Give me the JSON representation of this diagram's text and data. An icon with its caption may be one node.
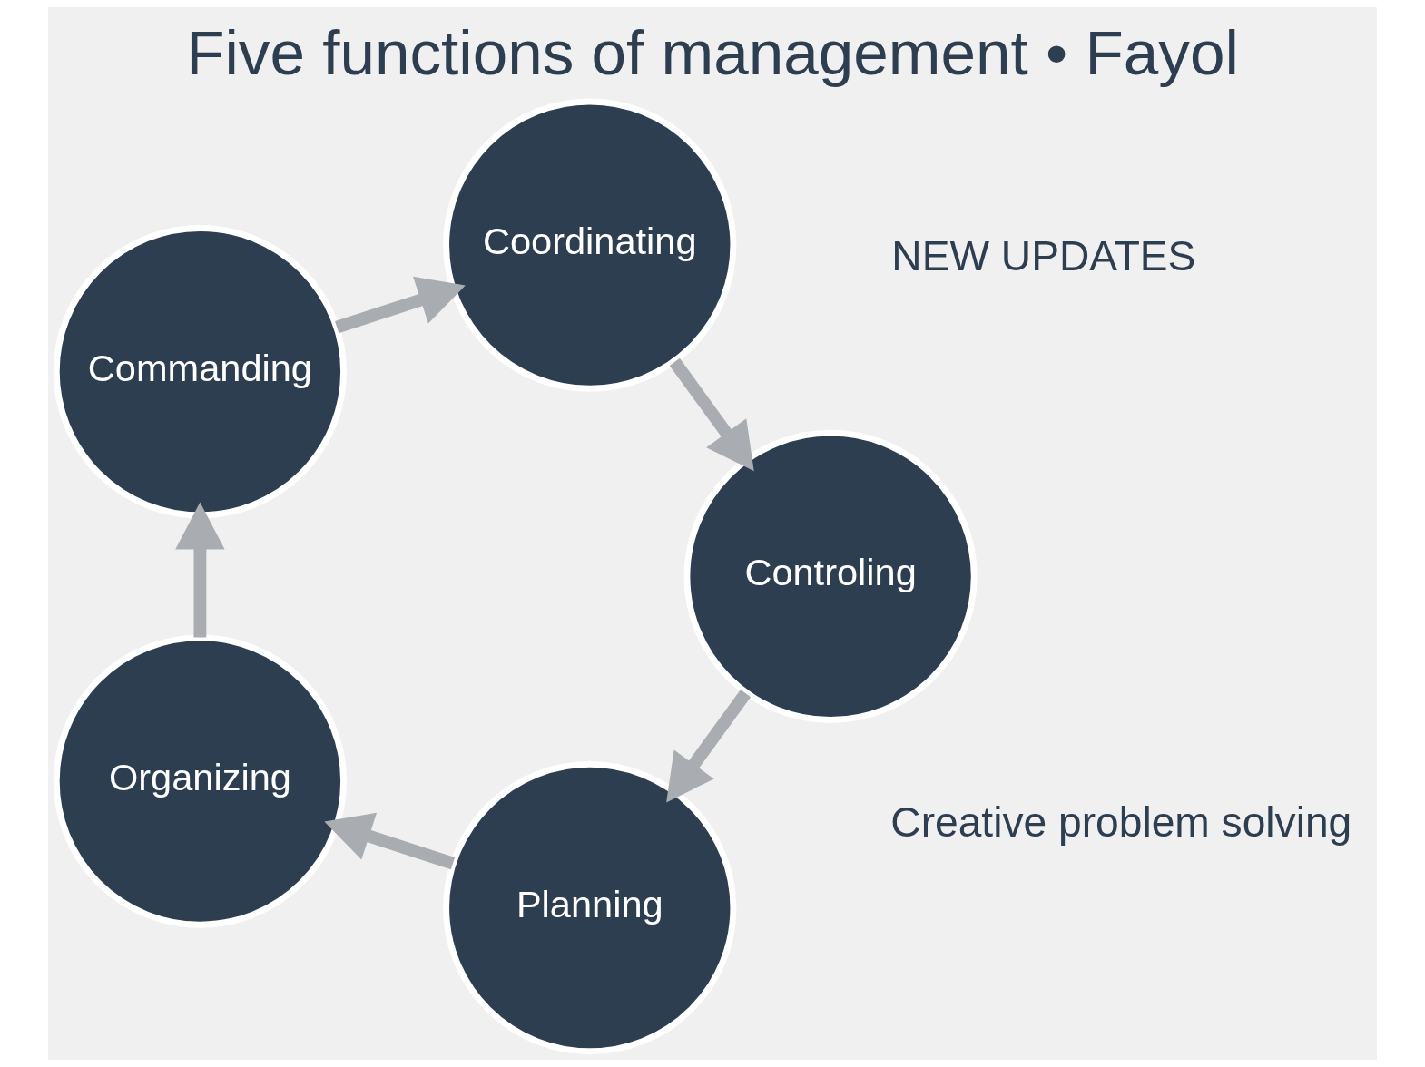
{
  "diagram": {
    "title": "Five functions of management • Fayol",
    "nodes": [
      {
        "text": [
          "Planning"
        ]
      },
      {
        "text": [
          "Organizing"
        ]
      },
      {
        "text": [
          "Commanding"
        ]
      },
      {
        "text": [
          "Coordinating"
        ]
      },
      {
        "text": [
          "Controling"
        ]
      }
    ],
    "edges": [
      {
        "from": 0,
        "to": 1,
        "arrow": "to"
      },
      {
        "from": 1,
        "to": 2,
        "arrow": "to"
      },
      {
        "from": 2,
        "to": 3,
        "arrow": "to"
      },
      {
        "from": 3,
        "to": 4,
        "arrow": "to"
      },
      {
        "from": 4,
        "to": 0,
        "arrow": "to"
      }
    ],
    "labels": [
      "Creative problem solving",
      "NEW UPDATES"
    ]
  }
}
